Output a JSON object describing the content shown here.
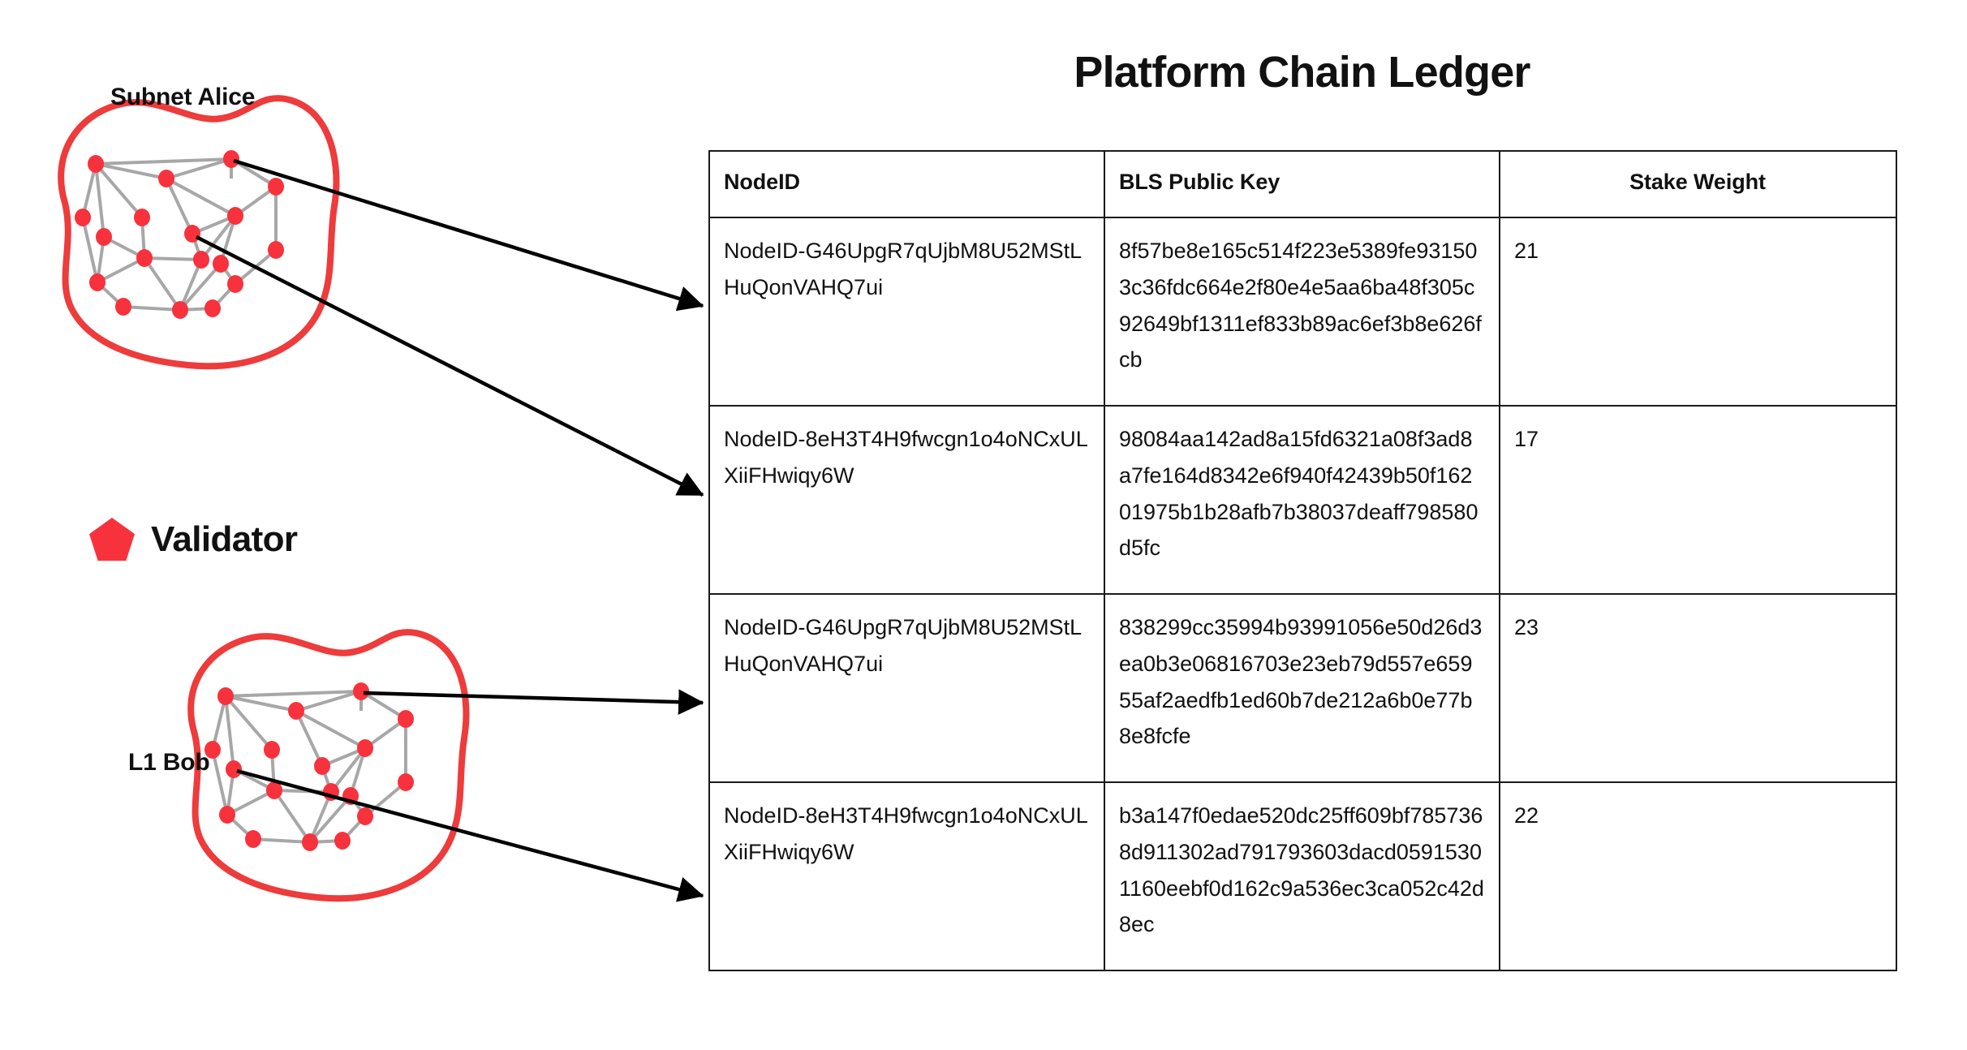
{
  "diagram": {
    "subnet_alice_label": "Subnet Alice",
    "l1_bob_label": "L1 Bob",
    "legend": {
      "icon": "pentagon-icon",
      "label": "Validator"
    },
    "colors": {
      "validator_red": "#F8323C",
      "blob_outline": "#EE3B3B",
      "edge_gray": "#A7A7A7",
      "arrow_black": "#000000"
    },
    "blobs": [
      {
        "name": "subnet-alice",
        "node_count": 18,
        "arrows_out": 2
      },
      {
        "name": "l1-bob",
        "node_count": 18,
        "arrows_out": 2
      }
    ]
  },
  "ledger": {
    "title": "Platform Chain Ledger",
    "columns": [
      {
        "key": "nodeid",
        "label": "NodeID",
        "align": "left"
      },
      {
        "key": "bls_public_key",
        "label": "BLS Public Key",
        "align": "left"
      },
      {
        "key": "stake_weight",
        "label": "Stake Weight",
        "align": "center"
      }
    ],
    "rows": [
      {
        "nodeid": "NodeID-G46UpgR7qUjbM8U52MStLHuQonVAHQ7ui",
        "bls_public_key": "8f57be8e165c514f223e5389fe931503c36fdc664e2f80e4e5aa6ba48f305c92649bf1311ef833b89ac6ef3b8e626fcb",
        "stake_weight": "21"
      },
      {
        "nodeid": "NodeID-8eH3T4H9fwcgn1o4oNCxULXiiFHwiqy6W",
        "bls_public_key": "98084aa142ad8a15fd6321a08f3ad8a7fe164d8342e6f940f42439b50f16201975b1b28afb7b38037deaff798580d5fc",
        "stake_weight": "17"
      },
      {
        "nodeid": "NodeID-G46UpgR7qUjbM8U52MStLHuQonVAHQ7ui",
        "bls_public_key": "838299cc35994b93991056e50d26d3ea0b3e06816703e23eb79d557e65955af2aedfb1ed60b7de212a6b0e77b8e8fcfe",
        "stake_weight": "23"
      },
      {
        "nodeid": "NodeID-8eH3T4H9fwcgn1o4oNCxULXiiFHwiqy6W",
        "bls_public_key": "b3a147f0edae520dc25ff609bf7857368d911302ad791793603dacd05915301160eebf0d162c9a536ec3ca052c42d8ec",
        "stake_weight": "22"
      }
    ]
  }
}
